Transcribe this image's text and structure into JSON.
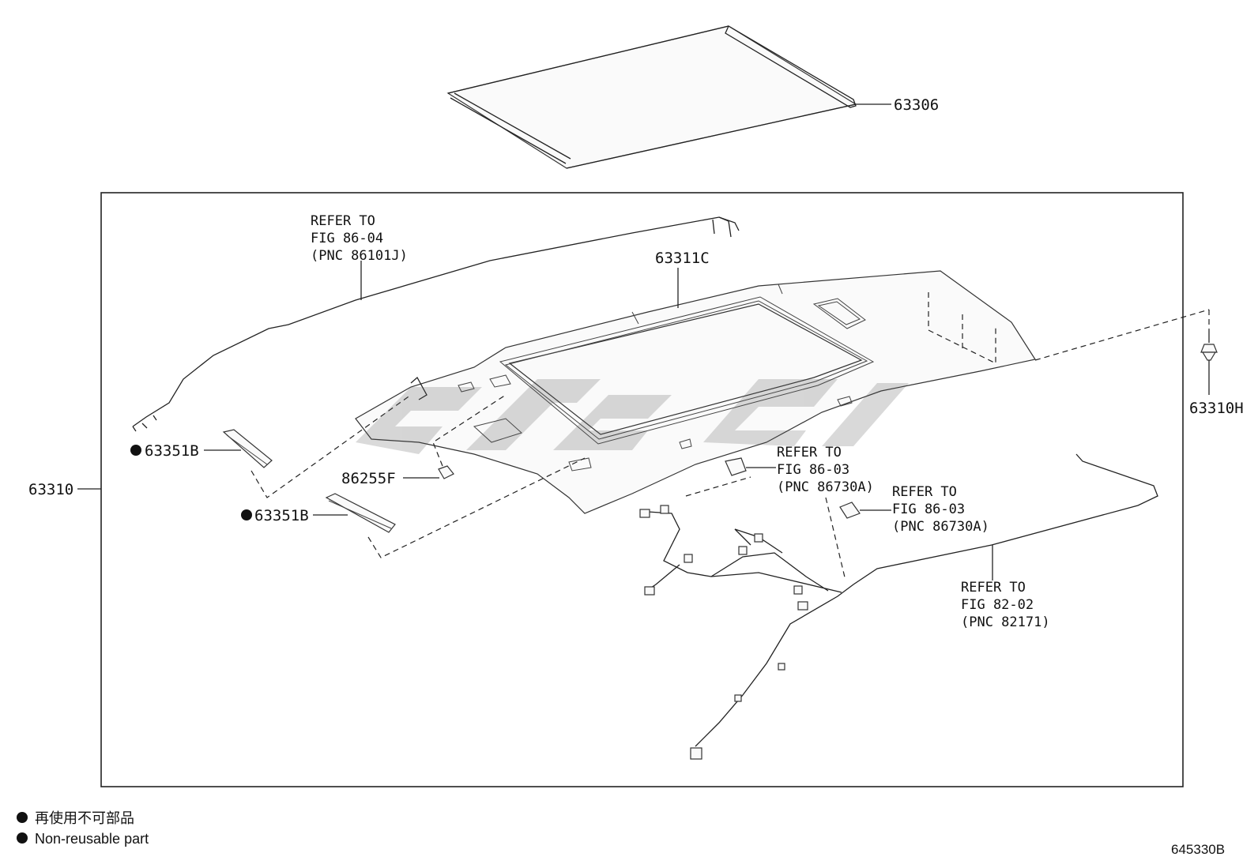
{
  "callouts": {
    "p63306": "63306",
    "p63311c": "63311C",
    "p63310h": "63310H",
    "p63310": "63310",
    "p63351b_1": "63351B",
    "p63351b_2": "63351B",
    "p86255f": "86255F"
  },
  "refs": {
    "antenna": [
      "REFER TO",
      "FIG 86-04",
      "(PNC 86101J)"
    ],
    "lamp_front": [
      "REFER TO",
      "FIG 86-03",
      "(PNC 86730A)"
    ],
    "lamp_rear": [
      "REFER TO",
      "FIG 86-03",
      "(PNC 86730A)"
    ],
    "harness": [
      "REFER TO",
      "FIG 82-02",
      "(PNC 82171)"
    ]
  },
  "legend": {
    "line1": "再使用不可部品",
    "line2": "Non-reusable part"
  },
  "diagram_code": "645330B"
}
